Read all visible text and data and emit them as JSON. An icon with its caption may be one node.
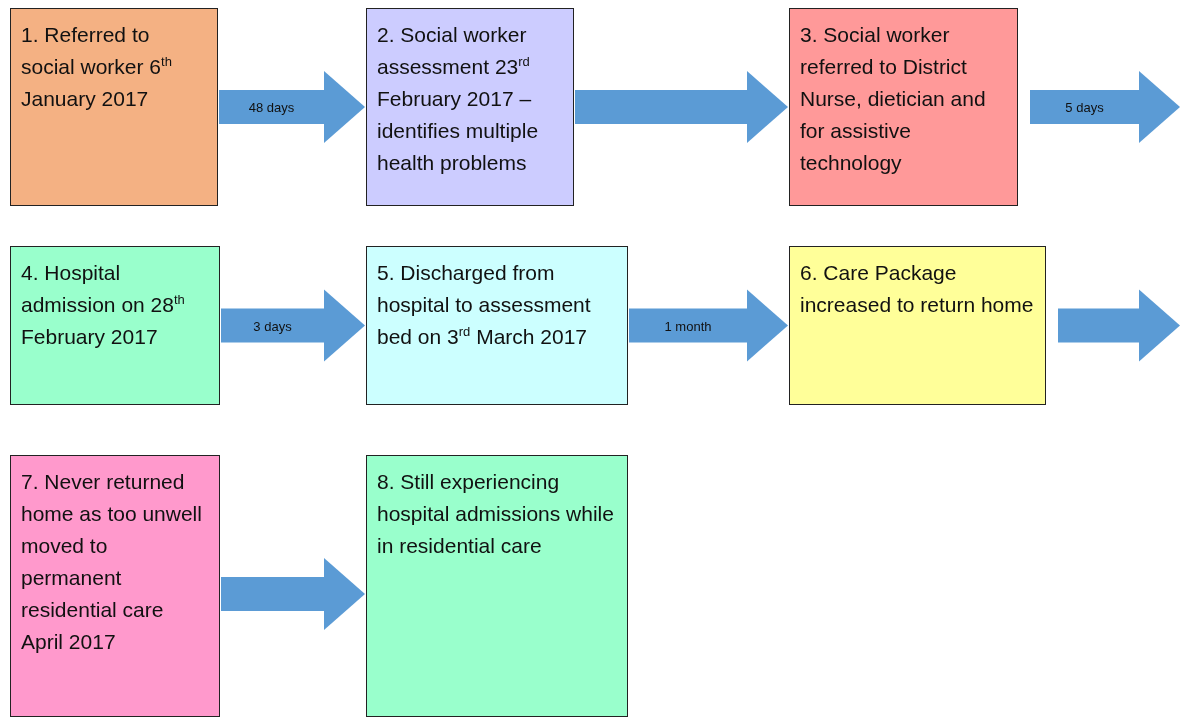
{
  "diagram": {
    "nodes": [
      {
        "text": [
          "1. Referred to social worker 6$^{th}$ January 2017"
        ]
      },
      {
        "text": [
          "2. Social worker assessment 23$^{rd}$ February 2017 – identifies multiple health problems"
        ]
      },
      {
        "text": [
          "3. Social worker referred to District Nurse, dietician and for assistive technology"
        ]
      },
      {
        "text": [
          "4. Hospital admission on 28$^{th}$ February 2017"
        ]
      },
      {
        "text": [
          "5. Discharged from hospital to assessment bed on 3$^{rd}$ March 2017"
        ]
      },
      {
        "text": [
          "6. Care Package increased to return home"
        ]
      },
      {
        "text": [
          "7. Never returned home as too unwell moved to permanent residential care April 2017"
        ]
      },
      {
        "text": [
          "8. Still experiencing hospital admissions while in residential care"
        ]
      }
    ],
    "edges": [
      {
        "from": 0,
        "to": 1,
        "arrow": "to",
        "label": "48 days"
      },
      {
        "from": 1,
        "to": 2,
        "arrow": "to"
      },
      {
        "from": 2,
        "to": null,
        "arrow": "to",
        "label": "5 days"
      },
      {
        "from": 3,
        "to": 4,
        "arrow": "to",
        "label": "3 days"
      },
      {
        "from": 4,
        "to": 5,
        "arrow": "to",
        "label": "1 month"
      },
      {
        "from": 5,
        "to": null,
        "arrow": "to"
      },
      {
        "from": 6,
        "to": 7,
        "arrow": "to"
      }
    ]
  }
}
